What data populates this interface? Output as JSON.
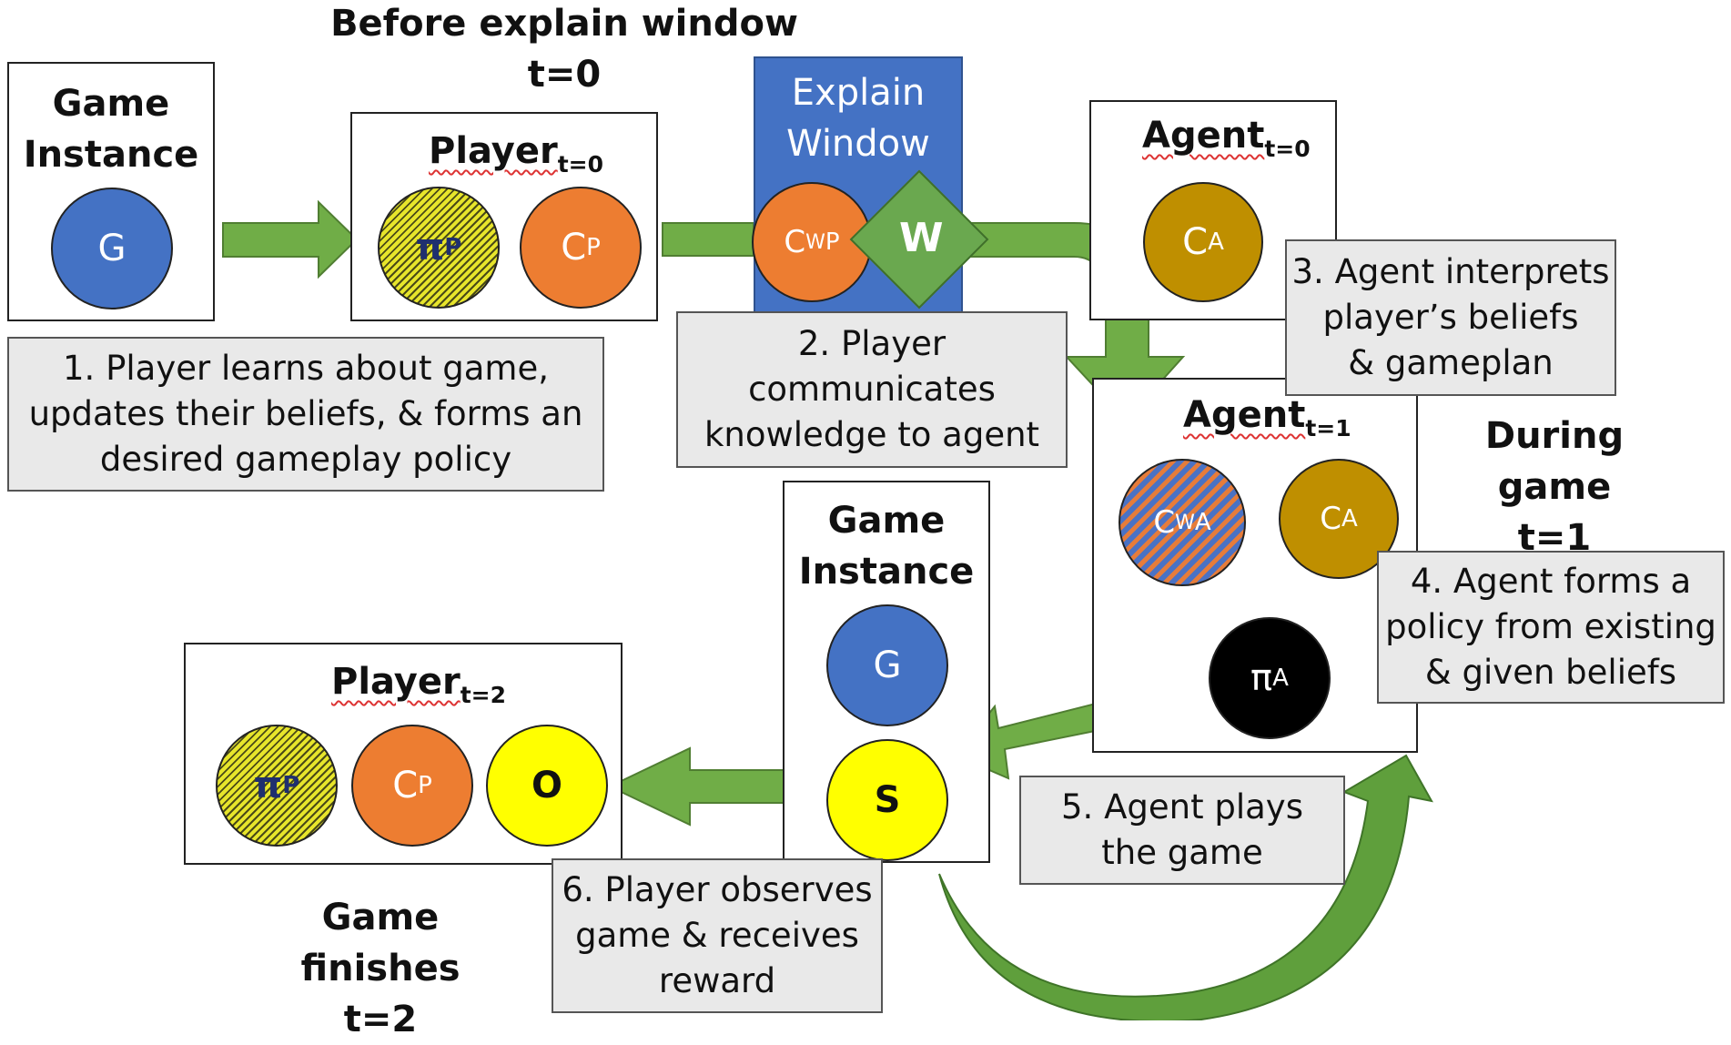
{
  "headings": {
    "before": "Before explain window\nt=0",
    "during": "During game\nt=1",
    "finishes": "Game finishes\nt=2"
  },
  "game_instance_top": {
    "title": "Game\nInstance",
    "node": "G"
  },
  "player_t0": {
    "title": "Player",
    "subscript": "t=0",
    "policy": "π",
    "policy_sub": "P",
    "belief": "C",
    "belief_sub": "P"
  },
  "explain_window": {
    "title": "Explain\nWindow",
    "belief": "C",
    "belief_sup": "W",
    "belief_sub": "P",
    "window_node": "W"
  },
  "agent_t0": {
    "title": "Agent",
    "subscript": "t=0",
    "belief": "C",
    "belief_sub": "A"
  },
  "agent_t1": {
    "title": "Agent",
    "subscript": "t=1",
    "given_belief": "C",
    "given_belief_sup": "W",
    "given_belief_sub": "A",
    "belief": "C",
    "belief_sub": "A",
    "policy": "π",
    "policy_sub": "A"
  },
  "game_instance_bottom": {
    "title": "Game\nInstance",
    "node_g": "G",
    "node_s": "S"
  },
  "player_t2": {
    "title": "Player",
    "subscript": "t=2",
    "policy": "π",
    "policy_sub": "P",
    "belief": "C",
    "belief_sub": "P",
    "outcome": "O"
  },
  "steps": {
    "step1": "1. Player learns about game,\nupdates their beliefs, & forms an\ndesired gameplay policy",
    "step2": "2. Player\ncommunicates\nknowledge to agent",
    "step3": "3. Agent interprets\nplayer’s beliefs\n& gameplan",
    "step4": "4. Agent forms a\npolicy from existing\n& given beliefs",
    "step5": "5. Agent plays\nthe game",
    "step6": "6. Player observes\ngame & receives\nreward"
  },
  "colors": {
    "arrow_green": "#70ad47",
    "blue": "#4472c4",
    "orange": "#ed7d31",
    "gold": "#bf8f00",
    "yellow": "#ffff00",
    "black": "#000000"
  }
}
